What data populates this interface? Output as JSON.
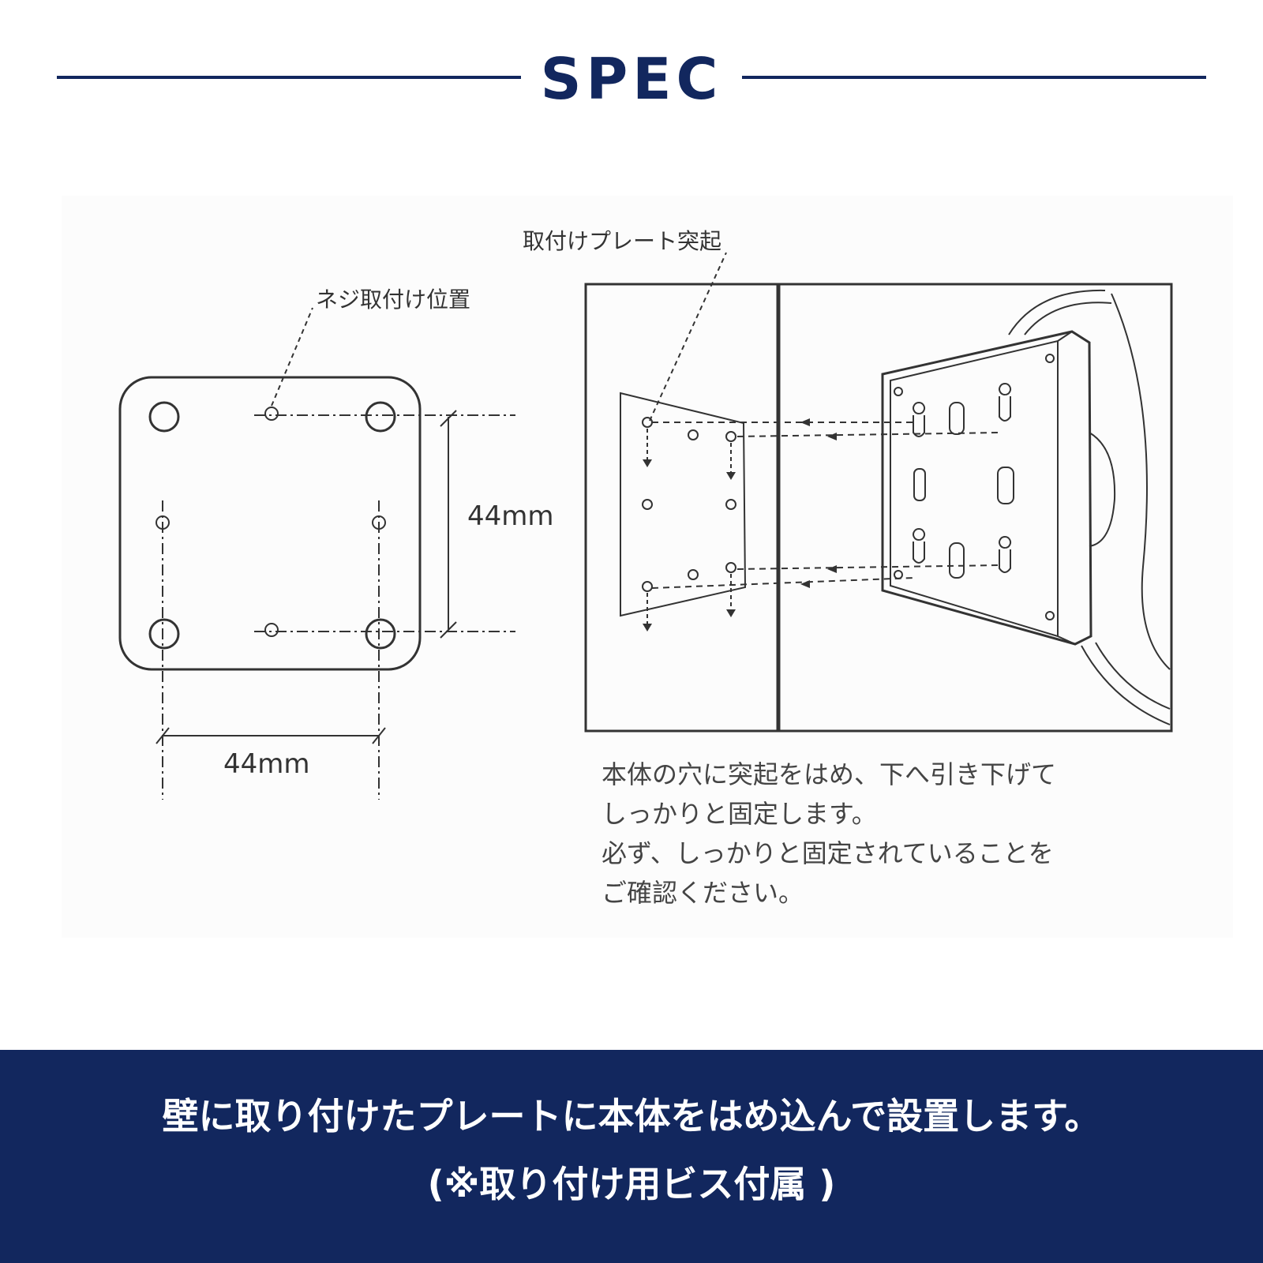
{
  "header": {
    "title": "SPEC"
  },
  "diagram": {
    "screw_position_label": "ネジ取付け位置",
    "plate_protrusion_label": "取付けプレート突起",
    "vertical_dimension": "44mm",
    "horizontal_dimension": "44mm",
    "caption_lines": [
      "本体の穴に突起をはめ、下へ引き下げて",
      "しっかりと固定します。",
      "必ず、しっかりと固定されていることを",
      "ご確認ください。"
    ]
  },
  "footer": {
    "line1": "壁に取り付けたプレートに本体をはめ込んで設置します。",
    "line2": "(※取り付け用ビス付属 )"
  },
  "colors": {
    "navy": "#12275e",
    "line": "#333333"
  }
}
